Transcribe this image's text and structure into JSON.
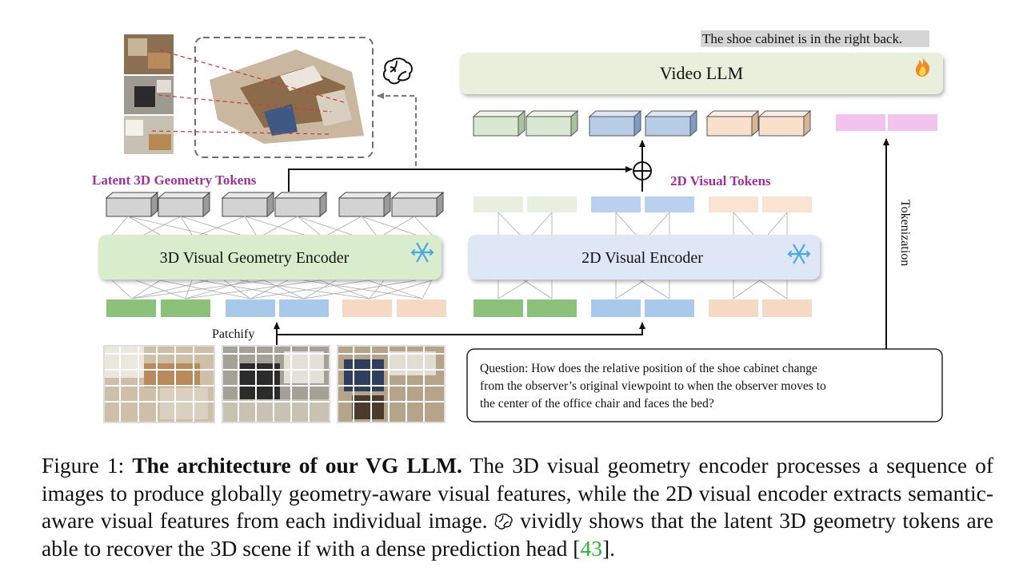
{
  "answer_text": "The shoe cabinet is in the right back.",
  "video_llm_label": "Video LLM",
  "latent_tokens_label": "Latent 3D Geometry Tokens",
  "visual_tokens_label": "2D Visual Tokens",
  "geometry_encoder_label": "3D Visual Geometry Encoder",
  "visual_encoder_label": "2D Visual Encoder",
  "patchify_label": "Patchify",
  "tokenization_label": "Tokenization",
  "question_lines": [
    "Question: How does the relative position of the shoe cabinet change",
    "from the observer’s original viewpoint to when the observer moves to",
    "the center of the office chair and faces the bed?"
  ],
  "icons": [
    "brain-icon",
    "fire-icon",
    "snowflake-icon",
    "oplus-icon"
  ],
  "colors": {
    "green_token": "#8bc27a",
    "blue_token": "#a9c9ea",
    "peach_token": "#f6d9c4",
    "gray_token": "#d3d3d3",
    "pink_token": "#f2c3ee",
    "geometry_encoder_fill": "#d9edcd",
    "visual_encoder_fill": "#dfe6f6",
    "video_llm_fill": "#e8f0dc",
    "purple_label": "#a0309a"
  },
  "caption": {
    "figure_label": "Figure 1:",
    "bold_title": "The architecture of our VG LLM.",
    "text_part1": "The 3D visual geometry encoder processes a sequence of images to produce globally geometry-aware visual features, while the 2D visual encoder extracts semantic-aware visual features from each individual image.",
    "text_part2": "vividly shows that the latent 3D geometry tokens are able to recover the 3D scene if with a dense prediction head [",
    "citation": "43",
    "text_end": "]."
  }
}
